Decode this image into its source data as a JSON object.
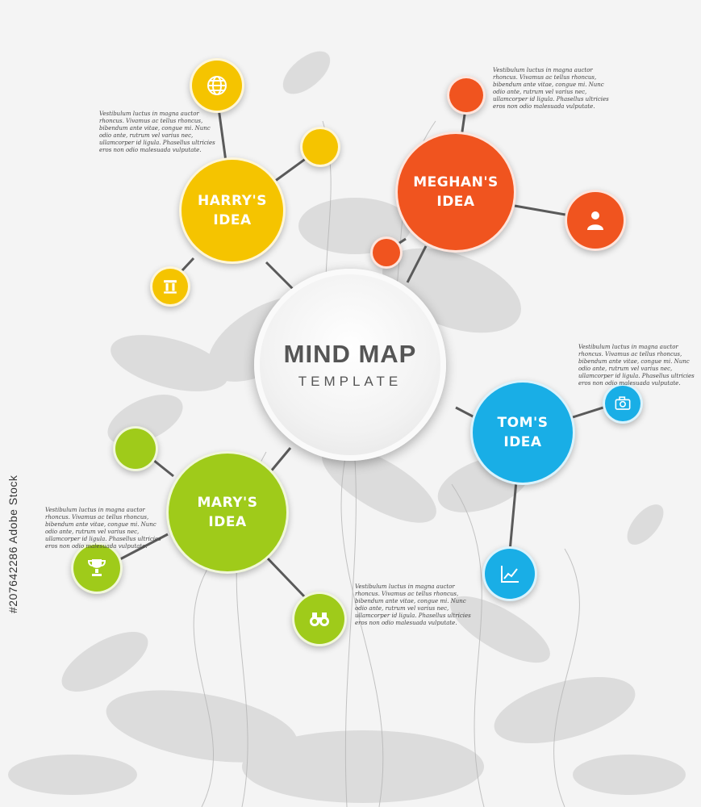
{
  "center": {
    "title": "MIND MAP",
    "subtitle": "TEMPLATE"
  },
  "ideas": {
    "harry": {
      "label": "HARRY'S\nIDEA",
      "color": "#f5c400"
    },
    "meghan": {
      "label": "MEGHAN'S\nIDEA",
      "color": "#f0541f"
    },
    "tom": {
      "label": "TOM'S\nIDEA",
      "color": "#19aee6"
    },
    "mary": {
      "label": "MARY'S\nIDEA",
      "color": "#9fcb1a"
    }
  },
  "icons": {
    "harry_top": "globe-icon",
    "harry_bottom": "column-icon",
    "meghan_right": "person-icon",
    "tom_right": "camera-icon",
    "tom_bottom": "chart-icon",
    "mary_left": "trophy-icon",
    "mary_bottom": "binoculars-icon"
  },
  "notes": {
    "text": "Vestibulum luctus in magna auctor rhoncus. Vivamus ac tellus rhoncus, bibendum ante vitae, congue mi. Nunc odio ante, rutrum vel varius nec, ullamcorper id ligula. Phasellus ultricies eros non odio malesuada vulputate."
  },
  "watermark": "#207642286  Adobe Stock"
}
